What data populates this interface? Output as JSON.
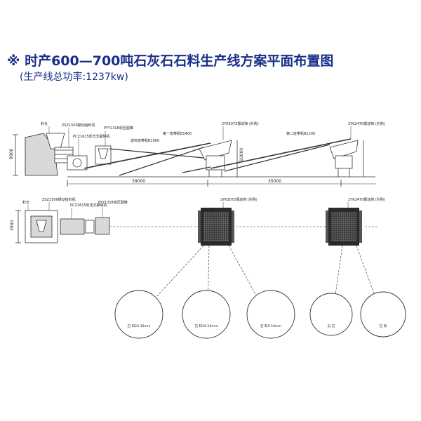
{
  "title": "※ 时产600—700吨石灰石石料生产线方案平面布置图",
  "subtitle": "(生产线总功率:1237kw)",
  "elevation": {
    "height_label": "9900",
    "hopper_label": "料仓",
    "feeder_label": "ZSZ1500振动给料机",
    "jaw_label": "PCZ1615反击式破碎机",
    "cone_label": "PYY1318液压圆锥",
    "belt1_label": "返料皮带机B1000",
    "belt2_label": "第一皮带机B1400",
    "screen1_label": "2YK3072振动筛 (外购)",
    "belt3_label": "第二皮带机B1200",
    "screen2_label": "2YK2470振动筛 (外购)",
    "height2_label": "10000",
    "dim1": "39000",
    "dim2": "35000"
  },
  "plan": {
    "width_label": "3900",
    "hopper_label": "料仓",
    "feeder_label": "ZSZ1500振动给料机",
    "jaw_label": "PCZ1615反击式破碎机",
    "cone_label": "PYY1318液压圆锥",
    "screen1_label": "2YK3072振动筛 (外购)",
    "screen2_label": "2YK2470振动筛 (外购)"
  },
  "piles": [
    {
      "label": "石 料20-35mm"
    },
    {
      "label": "石 料10-20mm"
    },
    {
      "label": "石 料5-10mm"
    },
    {
      "label": "瓜 石"
    },
    {
      "label": "石 粉"
    }
  ],
  "colors": {
    "title": "#1a2f8a",
    "line": "#333333",
    "dark": "#2a2a2a"
  }
}
